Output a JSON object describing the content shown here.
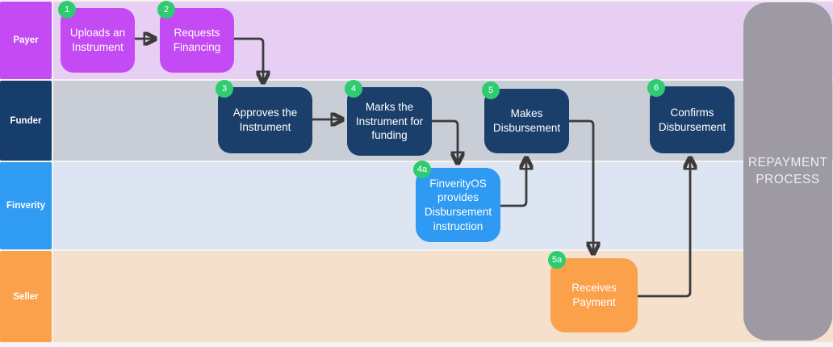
{
  "diagram_type": "swimlane-flowchart",
  "lanes": [
    {
      "label": "Payer",
      "label_bg": "#c44af3",
      "lane_bg": "#e7cff3"
    },
    {
      "label": "Funder",
      "label_bg": "#173d6d",
      "lane_bg": "#c8cdd6"
    },
    {
      "label": "Finverity",
      "label_bg": "#2f9bf2",
      "lane_bg": "#dde4f2"
    },
    {
      "label": "Seller",
      "label_bg": "#fba14c",
      "lane_bg": "#f5e0cc"
    }
  ],
  "nodes": [
    {
      "badge": "1",
      "label": "Uploads an Instrument",
      "lane": "Payer",
      "color": "#c44af3"
    },
    {
      "badge": "2",
      "label": "Requests Financing",
      "lane": "Payer",
      "color": "#c44af3"
    },
    {
      "badge": "3",
      "label": "Approves the Instrument",
      "lane": "Funder",
      "color": "#1b3f6b"
    },
    {
      "badge": "4",
      "label": "Marks the Instrument for funding",
      "lane": "Funder",
      "color": "#1b3f6b"
    },
    {
      "badge": "5",
      "label": "Makes Disbursement",
      "lane": "Funder",
      "color": "#1b3f6b"
    },
    {
      "badge": "6",
      "label": "Confirms Disbursement",
      "lane": "Funder",
      "color": "#1b3f6b"
    },
    {
      "badge": "4a",
      "label": "FinverityOS provides Disbursement instruction",
      "lane": "Finverity",
      "color": "#2e9af1"
    },
    {
      "badge": "5a",
      "label": "Receives Payment",
      "lane": "Seller",
      "color": "#fba14c"
    }
  ],
  "connections": [
    {
      "from": "1",
      "to": "2"
    },
    {
      "from": "2",
      "to": "3"
    },
    {
      "from": "3",
      "to": "4"
    },
    {
      "from": "4",
      "to": "4a"
    },
    {
      "from": "4a",
      "to": "5"
    },
    {
      "from": "5",
      "to": "5a"
    },
    {
      "from": "5a",
      "to": "6"
    }
  ],
  "end_block": {
    "label": "REPAYMENT PROCESS",
    "bg": "#9d9aa4"
  },
  "colors": {
    "badge_bg": "#2ecc71",
    "arrow": "#3b3b3b",
    "node_text": "#ffffff",
    "page_bg": "#f6f4f2"
  }
}
